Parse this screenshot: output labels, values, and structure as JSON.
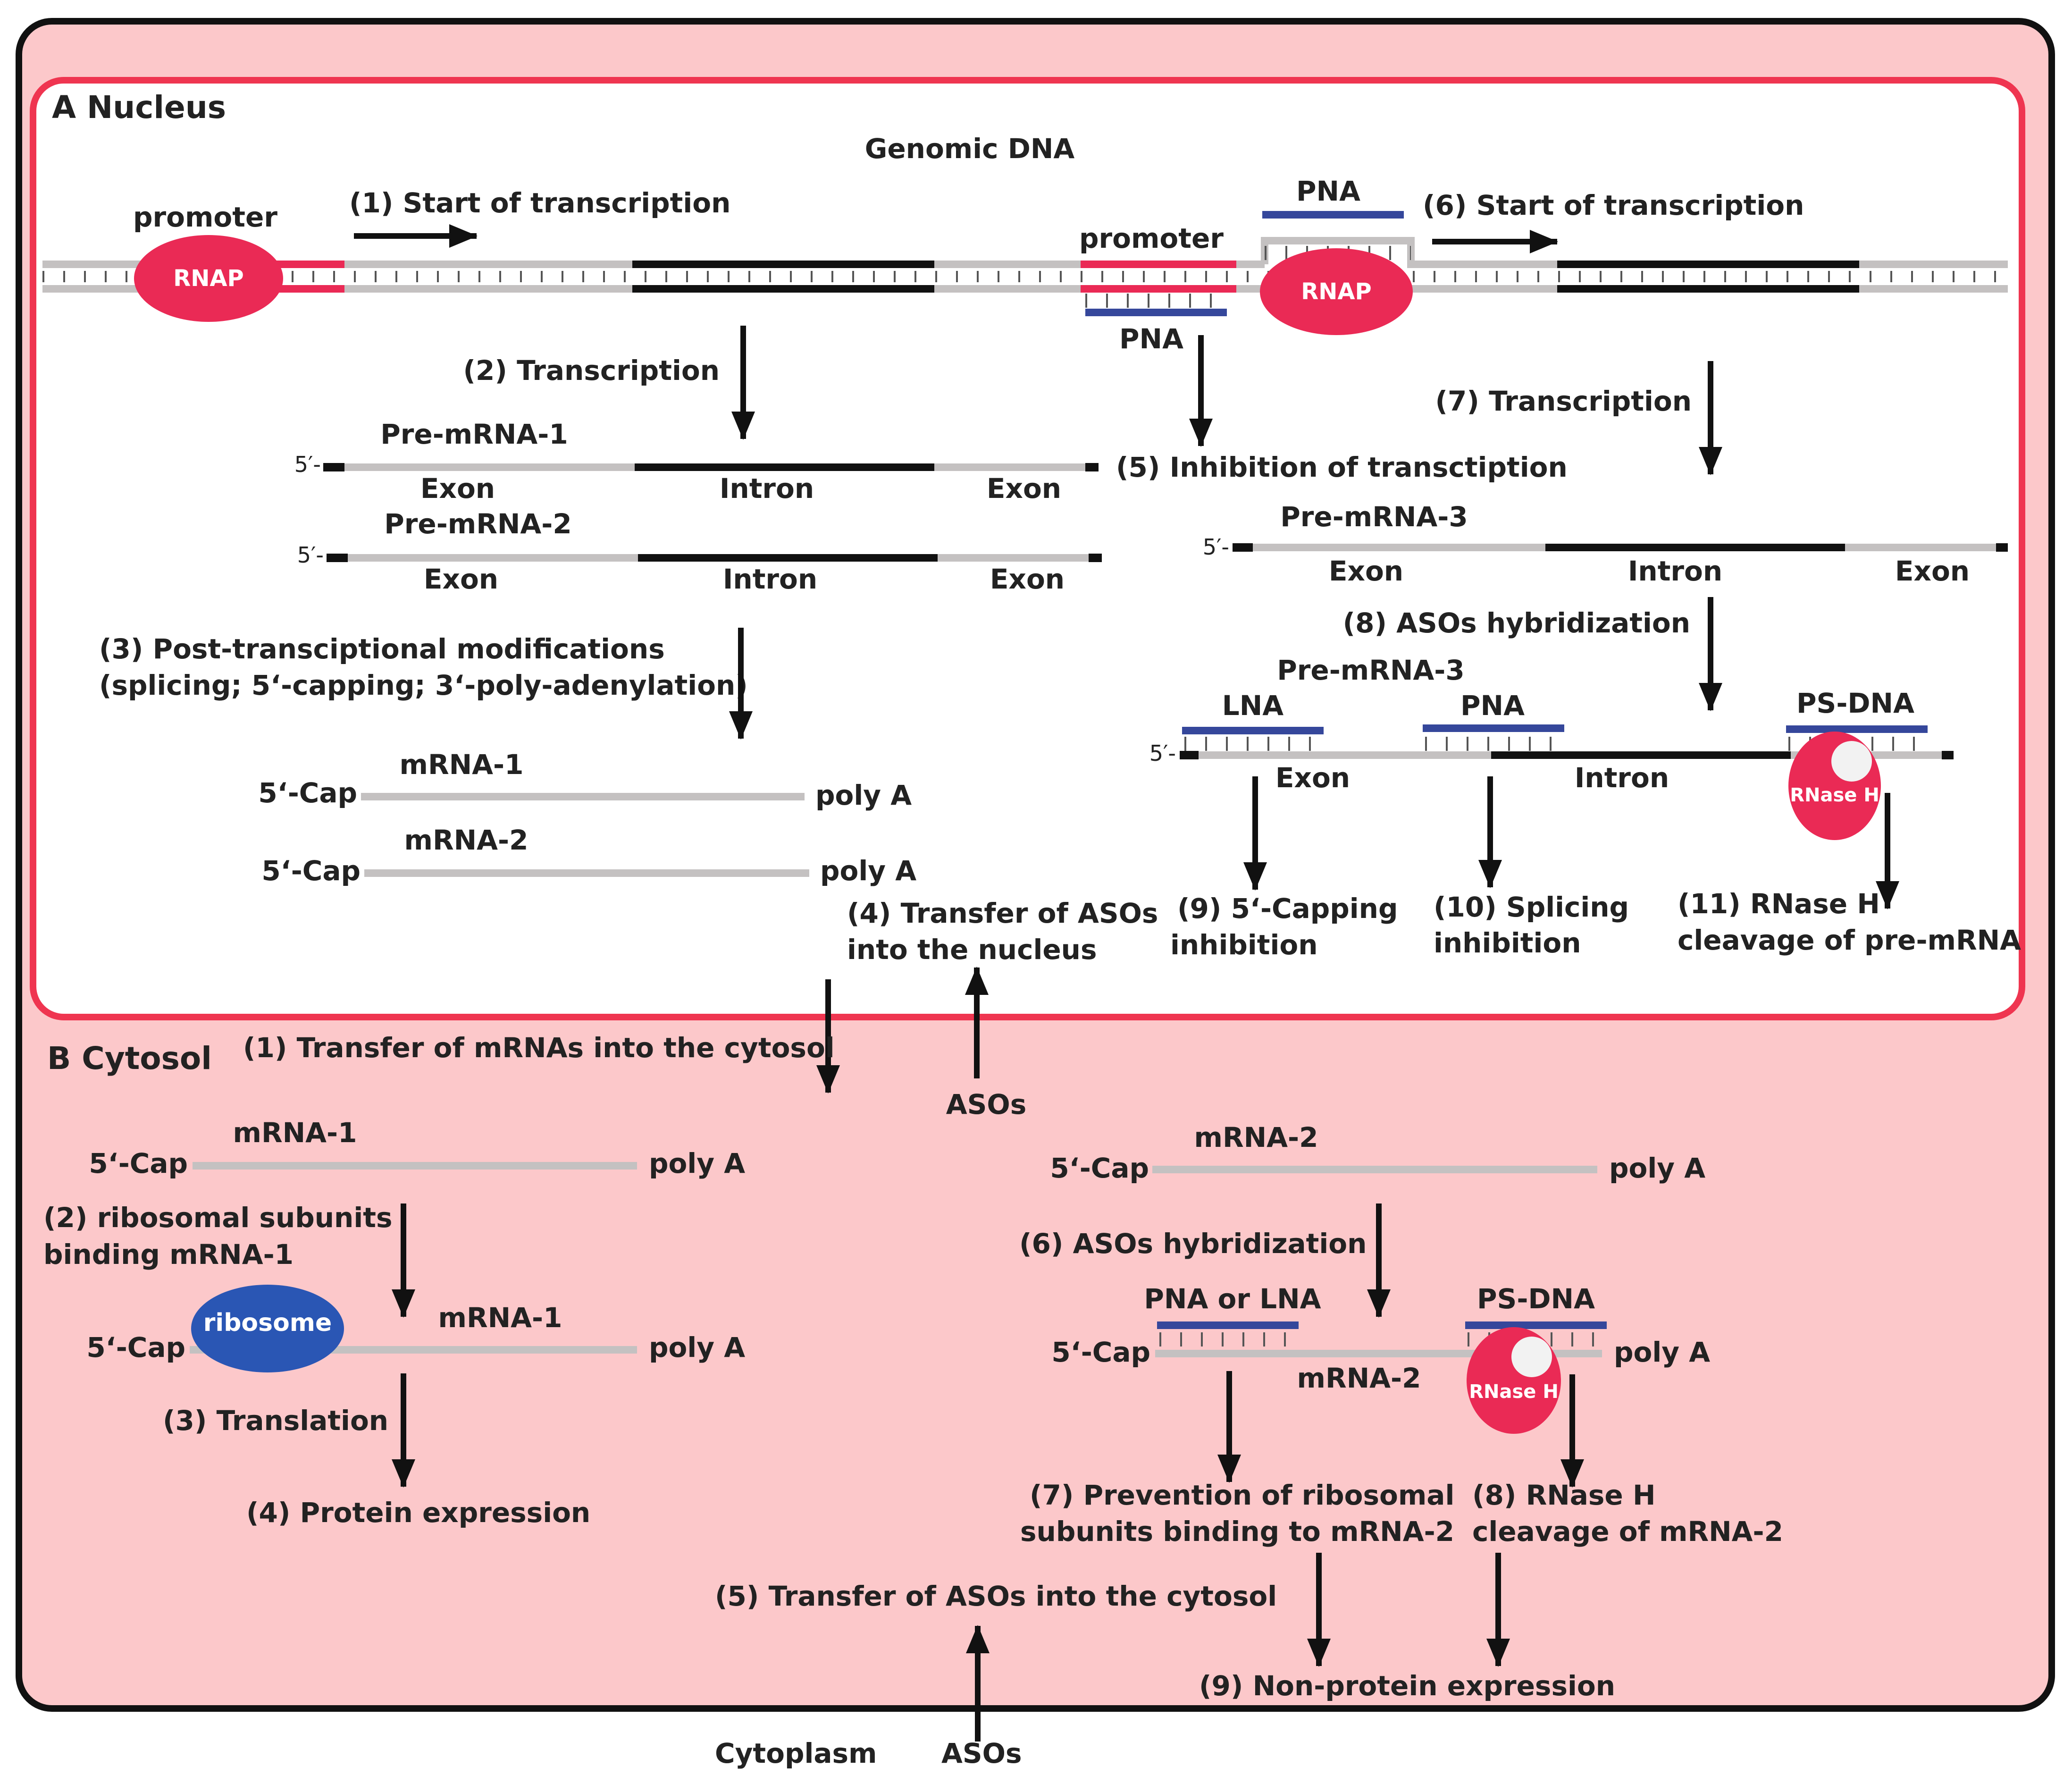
{
  "colors": {
    "cell_fill": "#fcc8ca",
    "cell_border": "#111111",
    "nucleus_border": "#ef3550",
    "rnap": "#ea2a55",
    "ribosome": "#2a56b4",
    "probe": "#35479b",
    "strand": "#c4c1c1",
    "intron": "#111111"
  },
  "sections": {
    "nucleus": "A Nucleus",
    "cytosol": "B Cytosol"
  },
  "nucleus": {
    "genomic_dna": "Genomic DNA",
    "promoter": "promoter",
    "rnap": "RNAP",
    "pna": "PNA",
    "step1": "(1) Start of transcription",
    "step2": "(2) Transcription",
    "step3_l1": "(3) Post-transciptional modifications",
    "step3_l2": "(splicing; 5‘-capping;  3‘-poly-adenylation)",
    "step4_l1": "(4) Transfer of ASOs",
    "step4_l2": "into the nucleus",
    "step5": "(5) Inhibition of transctiption",
    "step6": "(6) Start of transcription",
    "step7": "(7) Transcription",
    "step8": "(8) ASOs hybridization",
    "step9_l1": "(9) 5‘-Capping",
    "step9_l2": "inhibition",
    "step10_l1": "(10) Splicing",
    "step10_l2": "inhibition",
    "step11_l1": "(11) RNase H",
    "step11_l2": "cleavage of pre-mRNA",
    "pre_mrna_1": "Pre-mRNA-1",
    "pre_mrna_2": "Pre-mRNA-2",
    "pre_mrna_3": "Pre-mRNA-3",
    "five_prime": "5′-",
    "exon": "Exon",
    "intron": "Intron",
    "mrna_1": "mRNA-1",
    "mrna_2": "mRNA-2",
    "cap": "5‘-Cap",
    "poly_a": "poly A",
    "lna": "LNA",
    "ps_dna": "PS-DNA",
    "rnase_h": "RNase H"
  },
  "cytosol": {
    "step1": "(1) Transfer of mRNAs into the cytosol",
    "asos": "ASOs",
    "mrna_1": "mRNA-1",
    "mrna_2": "mRNA-2",
    "cap": "5‘-Cap",
    "poly_a": "poly A",
    "step2_l1": "(2) ribosomal subunits",
    "step2_l2": "binding mRNA-1",
    "ribosome": "ribosome",
    "step3": "(3) Translation",
    "step4": "(4) Protein expression",
    "step5": "(5) Transfer of ASOs into the cytosol",
    "step6": "(6) ASOs hybridization",
    "pna_or_lna": "PNA or LNA",
    "ps_dna": "PS-DNA",
    "rnase_h": "RNase H",
    "step7_l1": "(7) Prevention of ribosomal",
    "step7_l2": "subunits binding to mRNA-2",
    "step8_l1": "(8) RNase H",
    "step8_l2": "cleavage of mRNA-2",
    "step9": "(9) Non-protein expression",
    "cytoplasm": "Cytoplasm",
    "asos_outside": "ASOs"
  }
}
